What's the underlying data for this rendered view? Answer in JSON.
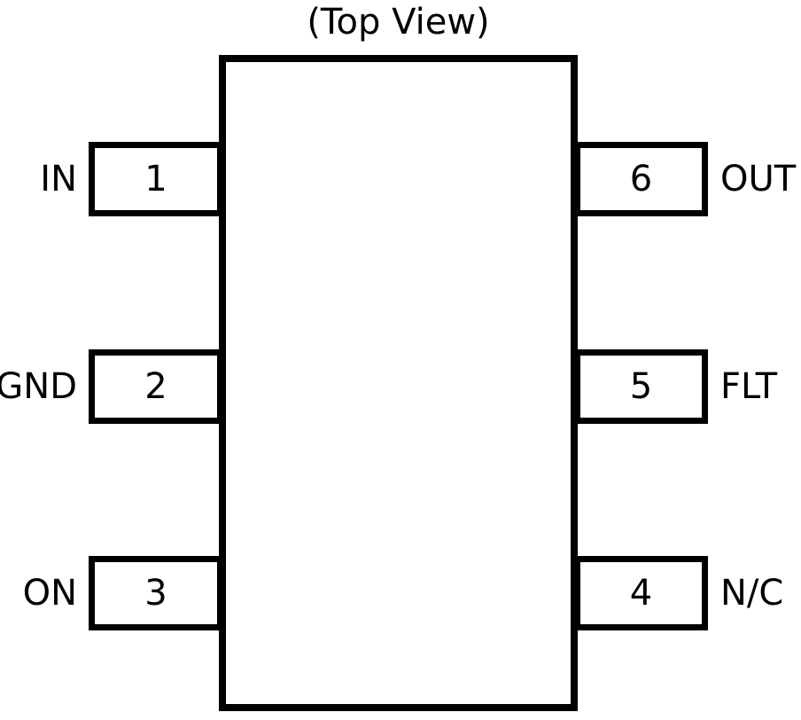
{
  "title": "(Top View)",
  "package": {
    "view": "top",
    "pin_count": 6
  },
  "colors": {
    "stroke": "#000000",
    "background": "#ffffff"
  },
  "pins": {
    "left": [
      {
        "number": "1",
        "label": "IN"
      },
      {
        "number": "2",
        "label": "GND"
      },
      {
        "number": "3",
        "label": "ON"
      }
    ],
    "right": [
      {
        "number": "6",
        "label": "OUT"
      },
      {
        "number": "5",
        "label": "FLT"
      },
      {
        "number": "4",
        "label": "N/C"
      }
    ]
  }
}
